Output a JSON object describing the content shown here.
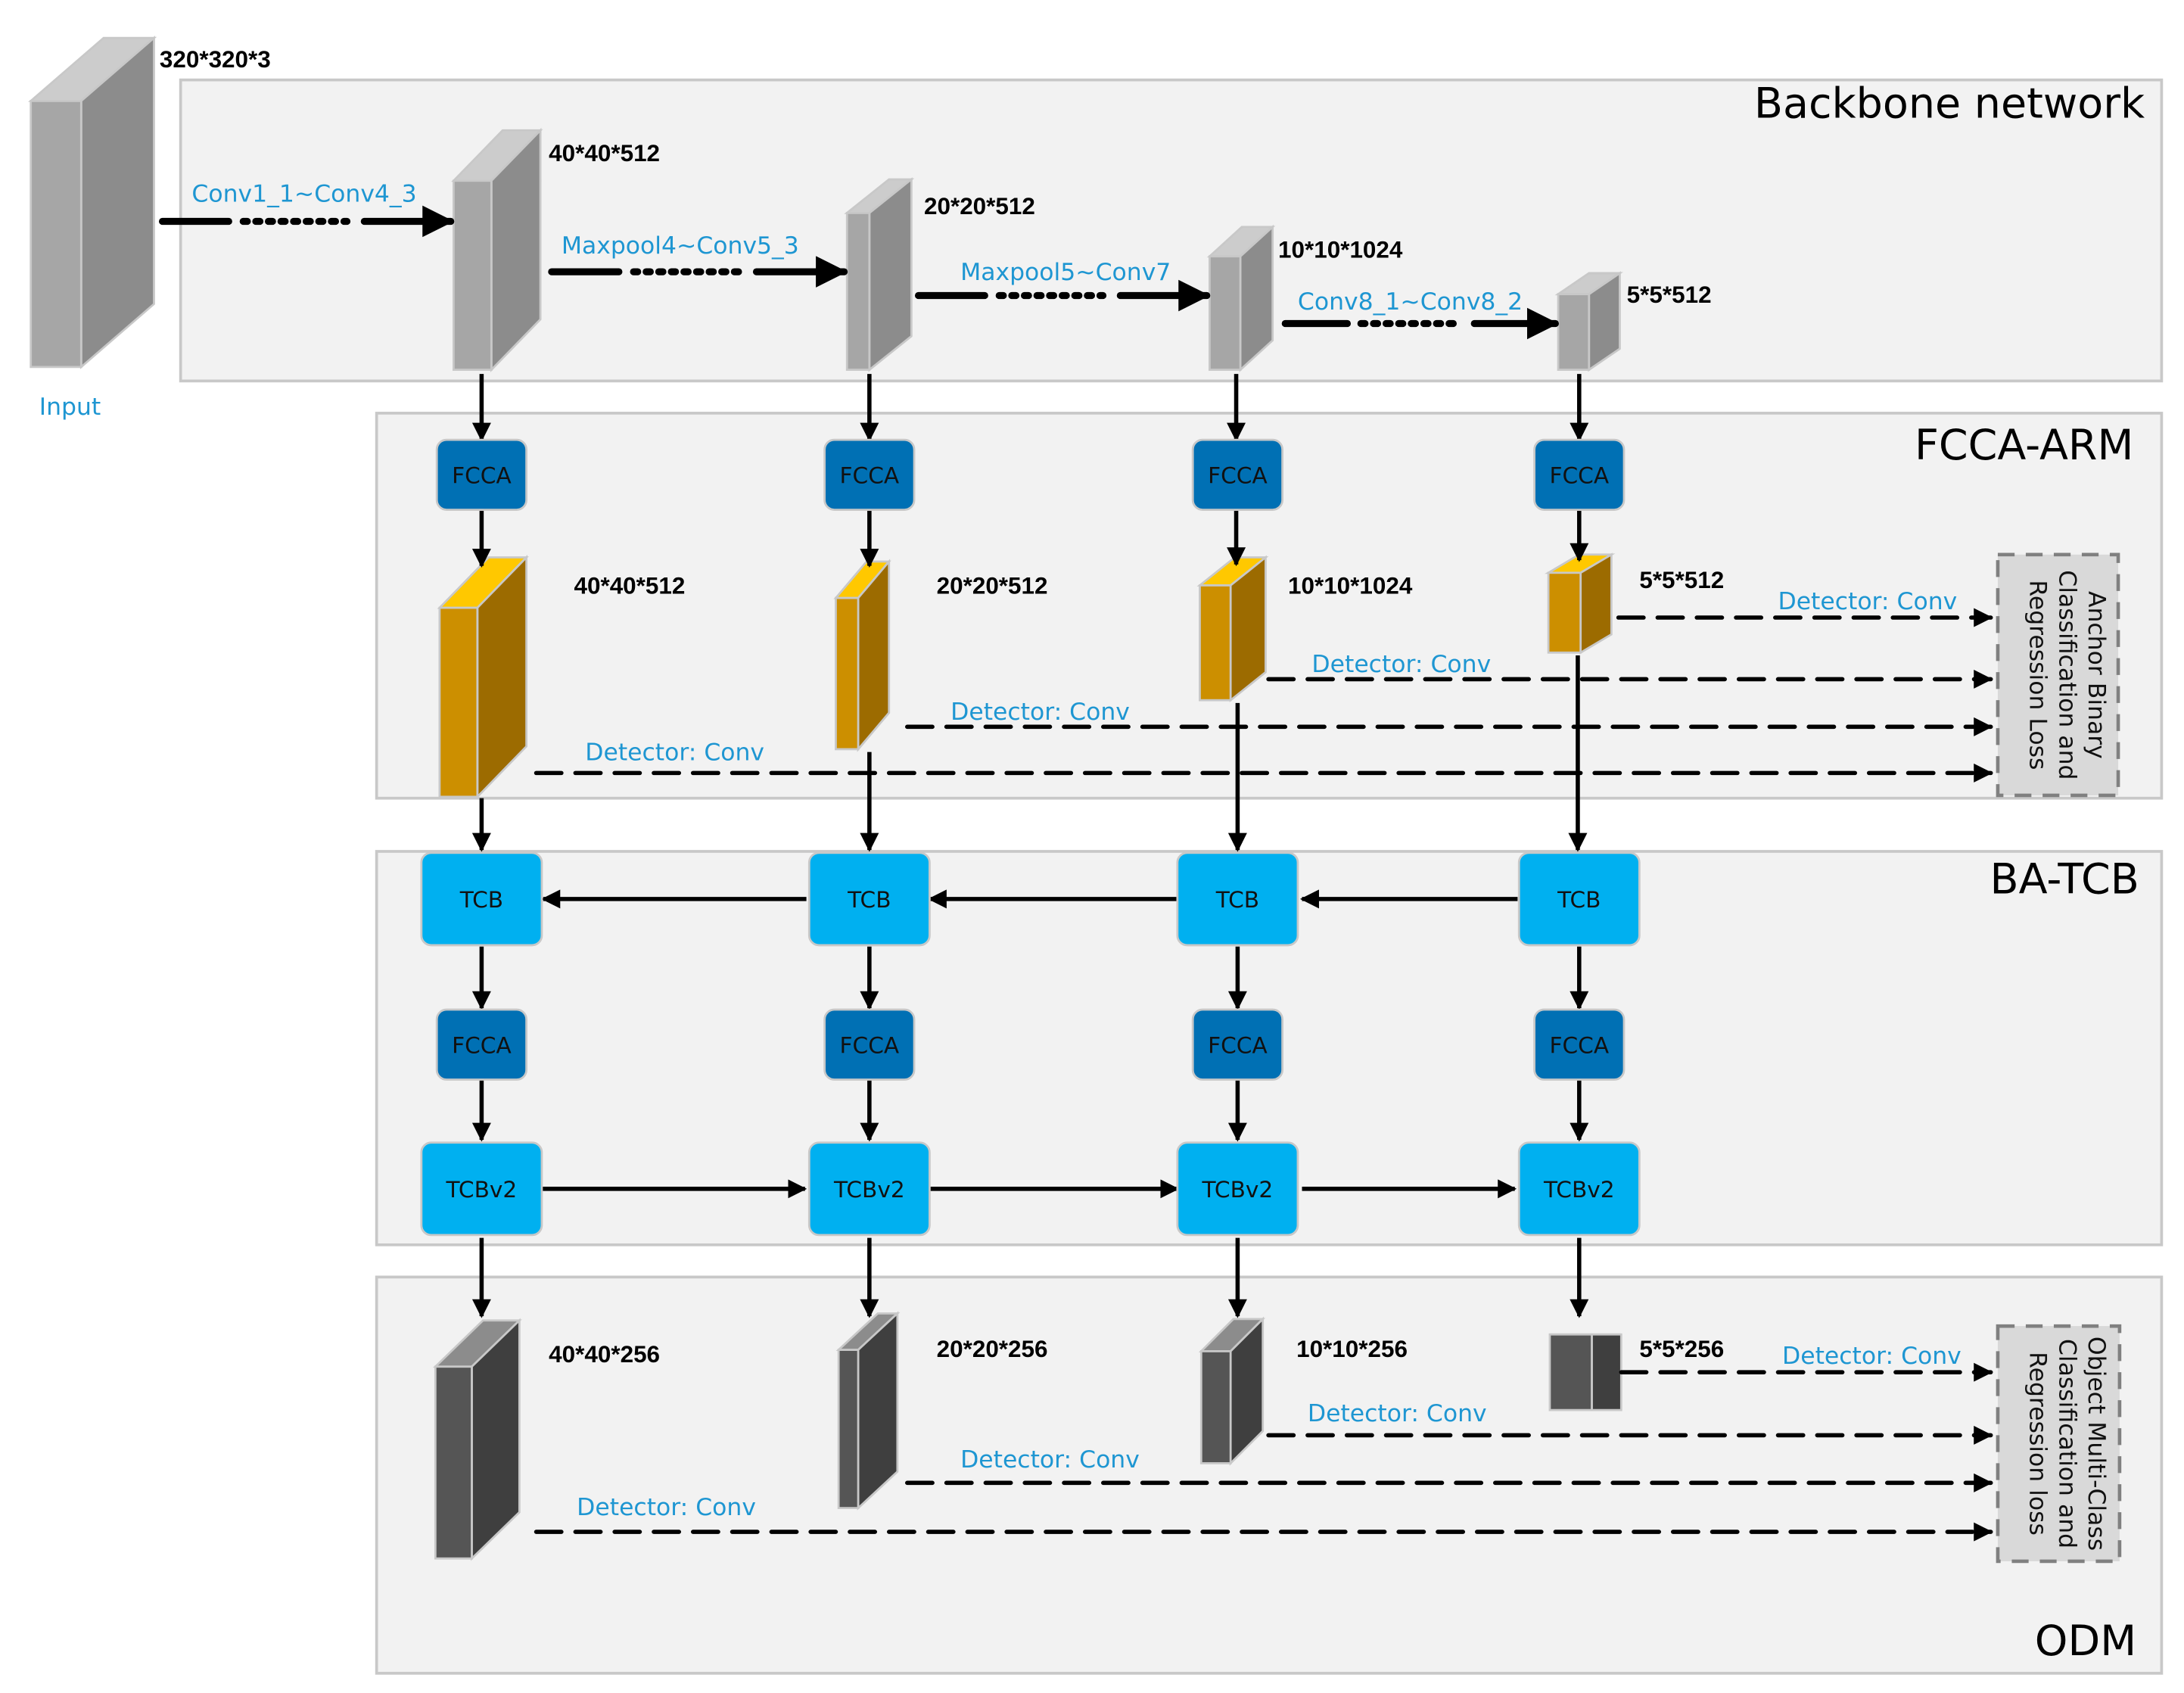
{
  "sections": {
    "backbone": "Backbone network",
    "arm": "FCCA-ARM",
    "tcb": "BA-TCB",
    "odm": "ODM"
  },
  "input": {
    "label": "Input",
    "dim": "320*320*3"
  },
  "backbone": {
    "dims": [
      "40*40*512",
      "20*20*512",
      "10*10*1024",
      "5*5*512"
    ],
    "ops": [
      "Conv1_1~Conv4_3",
      "Maxpool4~Conv5_3",
      "Maxpool5~Conv7",
      "Conv8_1~Conv8_2"
    ]
  },
  "arm": {
    "block_label": "FCCA",
    "dims": [
      "40*40*512",
      "20*20*512",
      "10*10*1024",
      "5*5*512"
    ],
    "detector_label": "Detector: Conv",
    "loss_lines": [
      "Anchor Binary",
      "Classification and",
      "Regression Loss"
    ]
  },
  "tcb": {
    "tcb_label": "TCB",
    "fcca_label": "FCCA",
    "tcbv2_label": "TCBv2"
  },
  "odm": {
    "dims": [
      "40*40*256",
      "20*20*256",
      "10*10*256",
      "5*5*256"
    ],
    "detector_label": "Detector: Conv",
    "loss_lines": [
      "Object Multi-Class",
      "Classification and",
      "Regression loss"
    ]
  },
  "colors": {
    "panel": "#f2f2f2",
    "panel_border": "#c8c8c8",
    "fcca": "#0070b4",
    "tcb": "#00b0f0",
    "orange_front": "#cc8f00",
    "orange_side": "#9c6b00",
    "orange_top": "#ffc800",
    "gray_front": "#a6a6a6",
    "gray_side": "#8c8c8c",
    "gray_top": "#cccccc",
    "dark_front": "#555555",
    "dark_side": "#3f3f3f",
    "dark_top": "#8c8c8c",
    "label_blue": "#1e96d2"
  }
}
